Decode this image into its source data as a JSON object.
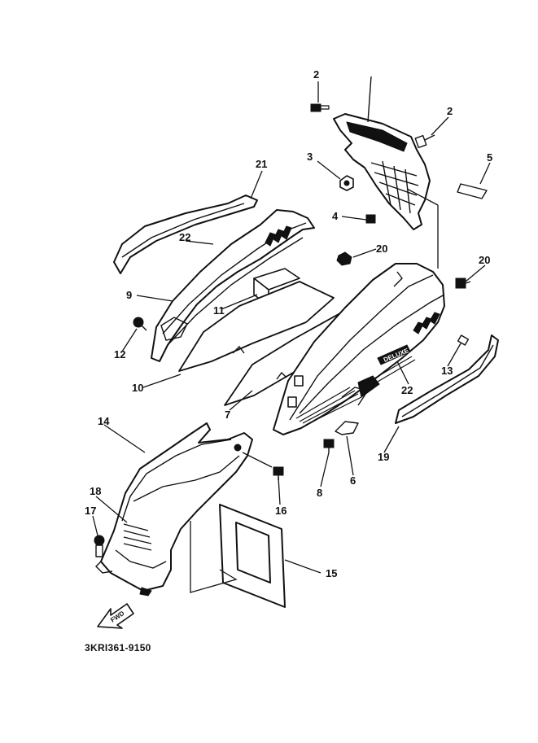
{
  "diagram": {
    "code": "3KRI361-9150",
    "fwd_label": "FWD",
    "emblem_text": "DELUXE",
    "callouts": [
      {
        "id": "c-2a",
        "label": "2"
      },
      {
        "id": "c-2b",
        "label": "2"
      },
      {
        "id": "c-3",
        "label": "3"
      },
      {
        "id": "c-4",
        "label": "4"
      },
      {
        "id": "c-5",
        "label": "5"
      },
      {
        "id": "c-21",
        "label": "21"
      },
      {
        "id": "c-22a",
        "label": "22"
      },
      {
        "id": "c-20a",
        "label": "20"
      },
      {
        "id": "c-20b",
        "label": "20"
      },
      {
        "id": "c-9",
        "label": "9"
      },
      {
        "id": "c-11",
        "label": "11"
      },
      {
        "id": "c-12",
        "label": "12"
      },
      {
        "id": "c-10",
        "label": "10"
      },
      {
        "id": "c-13",
        "label": "13"
      },
      {
        "id": "c-22b",
        "label": "22"
      },
      {
        "id": "c-7",
        "label": "7"
      },
      {
        "id": "c-14",
        "label": "14"
      },
      {
        "id": "c-19",
        "label": "19"
      },
      {
        "id": "c-6",
        "label": "6"
      },
      {
        "id": "c-8",
        "label": "8"
      },
      {
        "id": "c-16",
        "label": "16"
      },
      {
        "id": "c-18",
        "label": "18"
      },
      {
        "id": "c-17",
        "label": "17"
      },
      {
        "id": "c-15",
        "label": "15"
      }
    ]
  }
}
